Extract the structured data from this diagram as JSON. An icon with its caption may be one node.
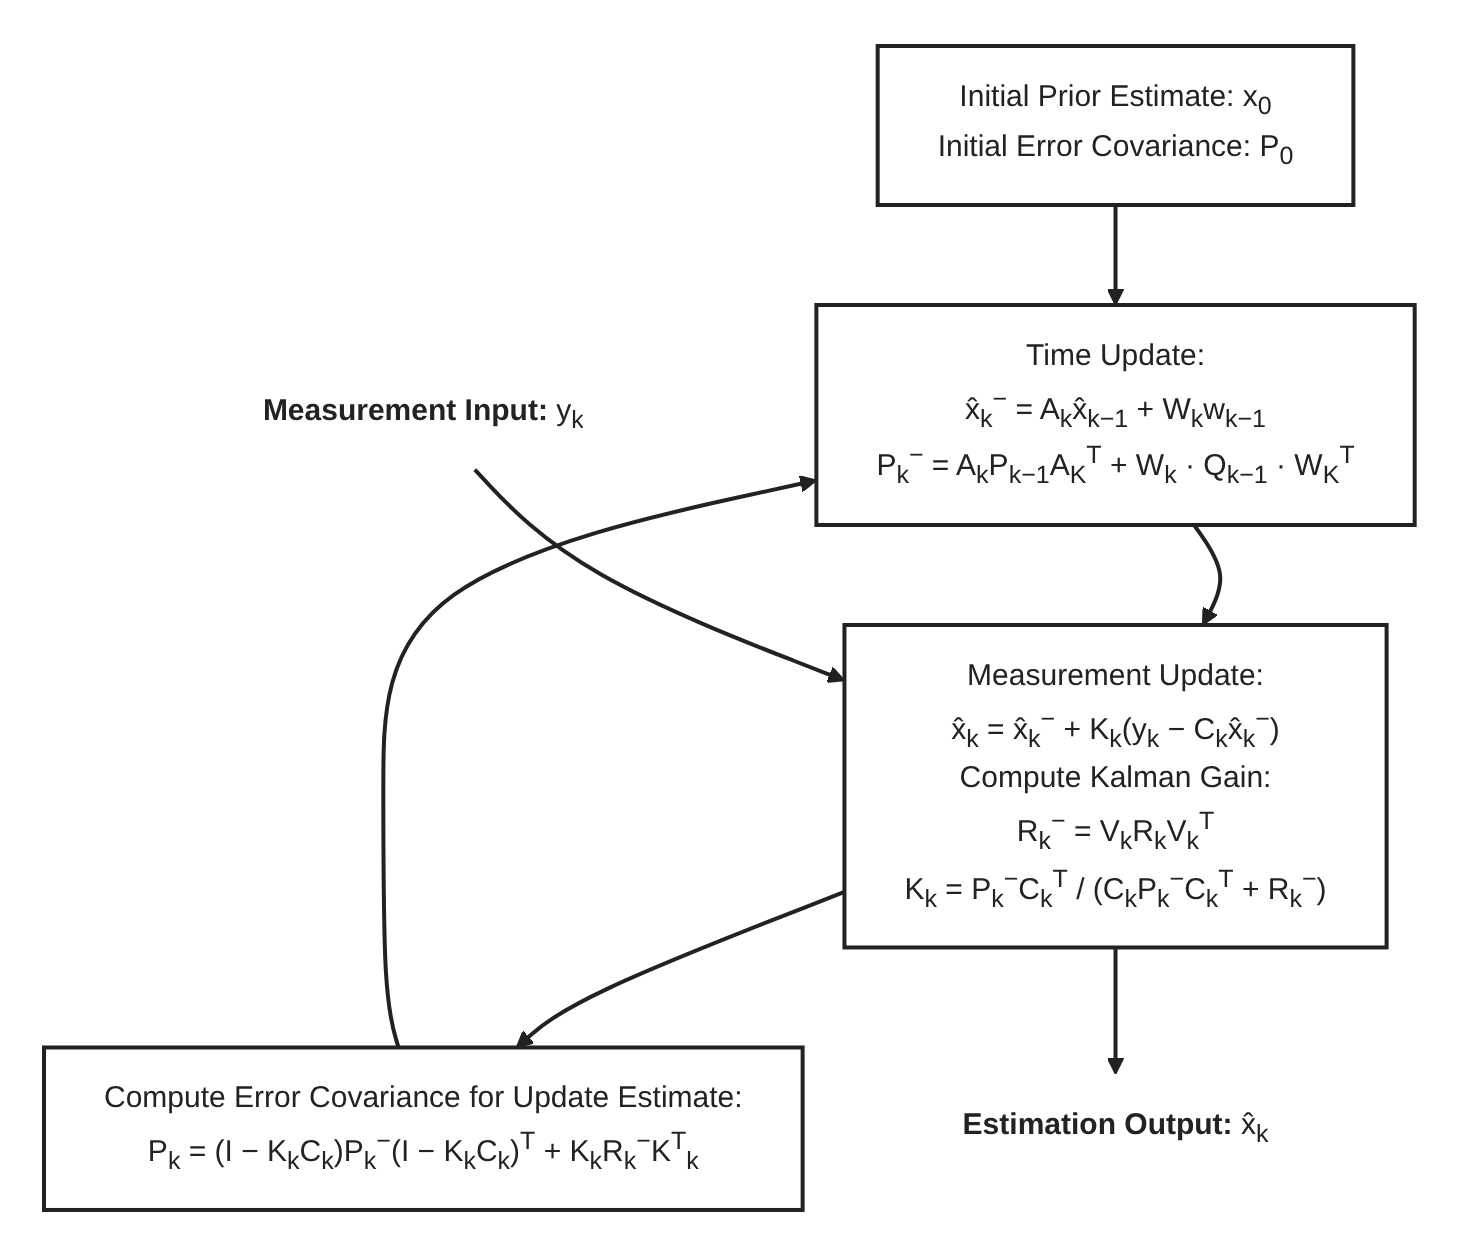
{
  "diagram": {
    "nodes": [
      {
        "text": [
          "Initial Prior Estimate: x$_{0}$",
          "Initial Error Covariance: P$_{0}$"
        ]
      },
      {
        "text": [
          "Time Update:",
          "x̂$_{k}$$^{−}$ = A$_{k}$x̂$_{k−1}$ + W$_{k}$w$_{k−1}$",
          "P$_{k}$$^{−}$ = A$_{k}$P$_{k−1}$A$_{K}$$^{T}$ + W$_{k}$ · Q$_{k−1}$ · W$_{K}$$^{T}$"
        ]
      },
      {
        "text": [
          "Measurement Update:",
          "x̂$_{k}$ = x̂$_{k}$$^{−}$ + K$_{k}$(y$_{k}$ − C$_{k}$x̂$_{k}$$^{−}$)",
          "Compute Kalman Gain:",
          "R$_{k}$$^{−}$ = V$_{k}$R$_{k}$V$_{k}$$^{T}$",
          "K$_{k}$ = P$_{k}$$^{−}$C$_{k}$$^{T}$ / (C$_{k}$P$_{k}$$^{−}$C$_{k}$$^{T}$ + R$_{k}$$^{−}$)"
        ]
      },
      {
        "text": [
          "Compute Error Covariance for Update Estimate:",
          "P$_{k}$ = (I − K$_{k}$C$_{k}$)P$_{k}$$^{−}$(I − K$_{k}$C$_{k}$)$^{T}$ + K$_{k}$R$_{k}$$^{−}$K$^{T}$$_{k}$"
        ]
      },
      {
        "text": [
          "**Measurement Input:** y$_{k}$"
        ]
      },
      {
        "text": [
          "**Estimation Output:** x̂$_{k}$"
        ]
      }
    ],
    "edges": [
      {
        "from": 0,
        "to": 1,
        "arrow": "to"
      },
      {
        "from": 1,
        "to": 2,
        "arrow": "to"
      },
      {
        "from": 4,
        "to": 2,
        "arrow": "to"
      },
      {
        "from": 2,
        "to": 3,
        "arrow": "to"
      },
      {
        "from": 2,
        "to": 5,
        "arrow": "to"
      },
      {
        "from": 3,
        "to": 1,
        "arrow": "to"
      }
    ]
  }
}
